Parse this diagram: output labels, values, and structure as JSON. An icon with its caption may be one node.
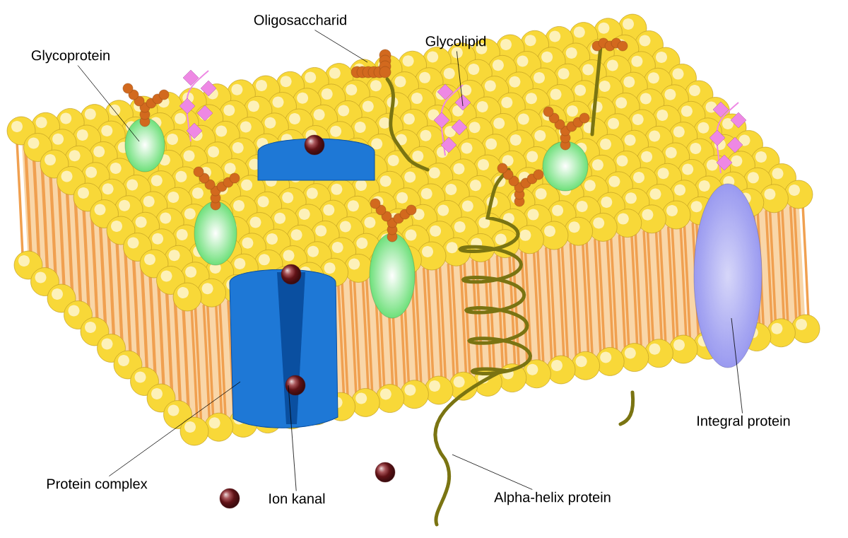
{
  "diagram": {
    "nodes": [
      {
        "text": [
          "Oligosaccharid"
        ]
      },
      {
        "text": [
          "Glycoprotein"
        ]
      },
      {
        "text": [
          "Glycolipid"
        ]
      },
      {
        "text": [
          "Integral protein"
        ]
      },
      {
        "text": [
          "Protein complex"
        ]
      },
      {
        "text": [
          "Ion kanal"
        ]
      },
      {
        "text": [
          "Alpha-helix protein"
        ]
      }
    ],
    "edges": [
      {
        "from": 0,
        "to": null,
        "arrow": "none"
      },
      {
        "from": 1,
        "to": null,
        "arrow": "none"
      },
      {
        "from": 2,
        "to": null,
        "arrow": "none"
      },
      {
        "from": 3,
        "to": null,
        "arrow": "none"
      },
      {
        "from": 4,
        "to": null,
        "arrow": "none"
      },
      {
        "from": 5,
        "to": null,
        "arrow": "none"
      },
      {
        "from": 6,
        "to": null,
        "arrow": "none"
      }
    ]
  }
}
